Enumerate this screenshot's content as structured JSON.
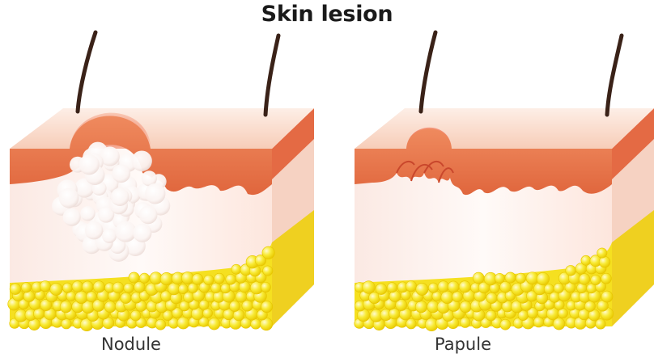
{
  "title": "Skin lesion",
  "panels": [
    {
      "id": "nodule",
      "caption": "Nodule"
    },
    {
      "id": "papule",
      "caption": "Papule"
    }
  ],
  "colors": {
    "epidermis": "#e8744a",
    "dermis": "#fdf3ef",
    "fat": "#f7e52a",
    "hair": "#3a2218",
    "nodule_cells": "#ffffff"
  }
}
